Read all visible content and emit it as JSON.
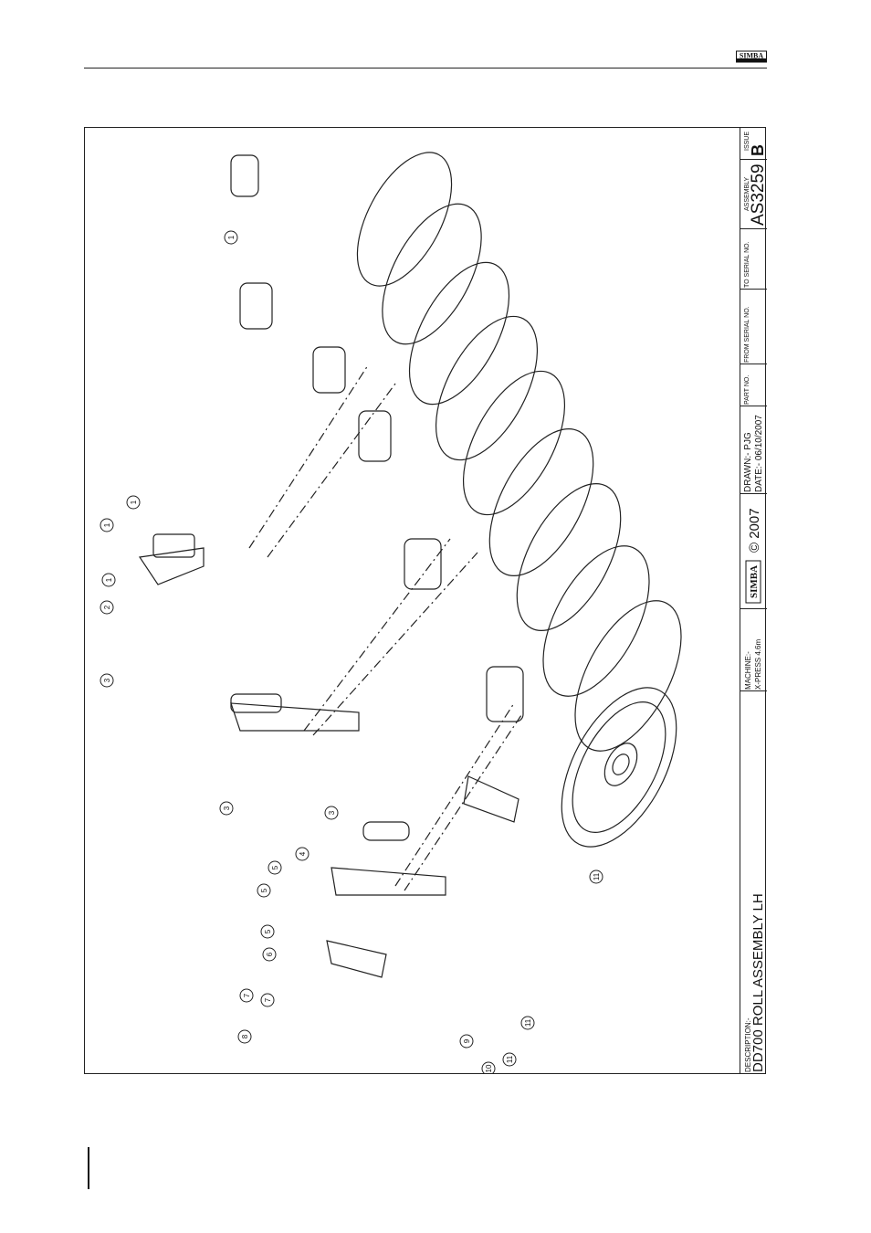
{
  "title_block": {
    "description_label": "DESCRIPTION:-",
    "description": "DD700 ROLL ASSEMBLY LH",
    "machine_label": "MACHINE:-",
    "machine": "X-PRESS 4.6m",
    "copyright": "© 2007",
    "drawn_label": "DRAWN:- PJG",
    "date_label": "DATE:- 06/10/2007",
    "part_no_label": "PART NO.",
    "from_serial_label": "FROM SERIAL NO.",
    "to_serial_label": "TO SERIAL NO.",
    "assembly_label": "ASSEMBLY",
    "assembly": "AS3259",
    "issue_label": "ISSUE",
    "issue": "B"
  },
  "logo": {
    "text": "SIMBA"
  },
  "balloons": [
    "1",
    "1",
    "1",
    "1",
    "2",
    "3",
    "3",
    "3",
    "4",
    "5",
    "5",
    "5",
    "6",
    "7",
    "7",
    "8",
    "9",
    "10",
    "11",
    "11",
    "11"
  ],
  "colors": {
    "line": "#222222",
    "background": "#ffffff"
  }
}
